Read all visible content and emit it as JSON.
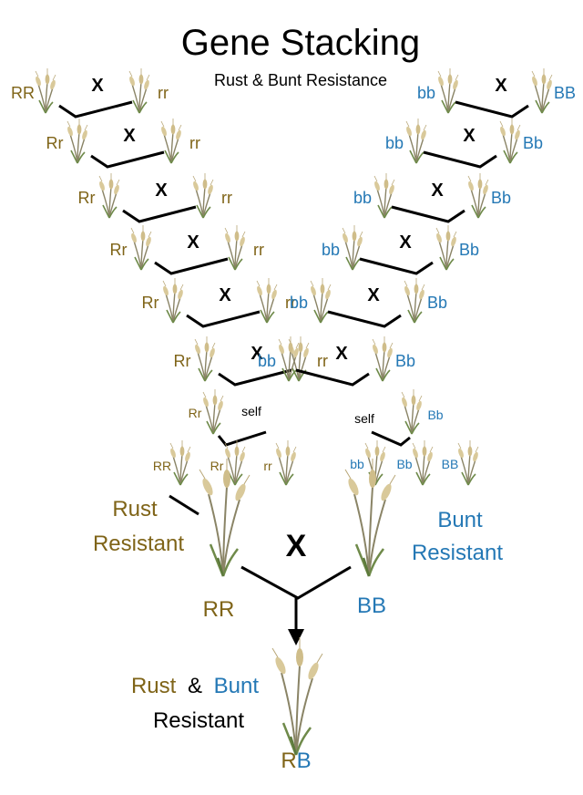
{
  "header": {
    "title": "Gene Stacking",
    "subtitle": "Rust & Bunt Resistance"
  },
  "colors": {
    "rust": "#7f6418",
    "bunt": "#2478b5",
    "black": "#000000"
  },
  "symbols": {
    "cross": "X",
    "self": "self"
  },
  "rust_branch": {
    "crosses": [
      {
        "parent_a": "RR",
        "parent_b": "rr"
      },
      {
        "parent_a": "Rr",
        "parent_b": "rr"
      },
      {
        "parent_a": "Rr",
        "parent_b": "rr"
      },
      {
        "parent_a": "Rr",
        "parent_b": "rr"
      },
      {
        "parent_a": "Rr",
        "parent_b": "rr"
      },
      {
        "parent_a": "Rr",
        "parent_b": "rr"
      }
    ],
    "self_parent": "Rr",
    "self_progeny": [
      "RR",
      "Rr",
      "rr"
    ],
    "result_label_line1": "Rust",
    "result_label_line2": "Resistant",
    "result_genotype": "RR"
  },
  "bunt_branch": {
    "crosses": [
      {
        "parent_a": "bb",
        "parent_b": "BB"
      },
      {
        "parent_a": "bb",
        "parent_b": "Bb"
      },
      {
        "parent_a": "bb",
        "parent_b": "Bb"
      },
      {
        "parent_a": "bb",
        "parent_b": "Bb"
      },
      {
        "parent_a": "bb",
        "parent_b": "Bb"
      },
      {
        "parent_a": "bb",
        "parent_b": "Bb"
      }
    ],
    "self_parent": "Bb",
    "self_progeny": [
      "bb",
      "Bb",
      "BB"
    ],
    "result_label_line1": "Bunt",
    "result_label_line2": "Resistant",
    "result_genotype": "BB"
  },
  "final": {
    "label_part1": "Rust",
    "label_amp": "&",
    "label_part2": "Bunt",
    "label_line2": "Resistant",
    "genotype": "RB"
  }
}
